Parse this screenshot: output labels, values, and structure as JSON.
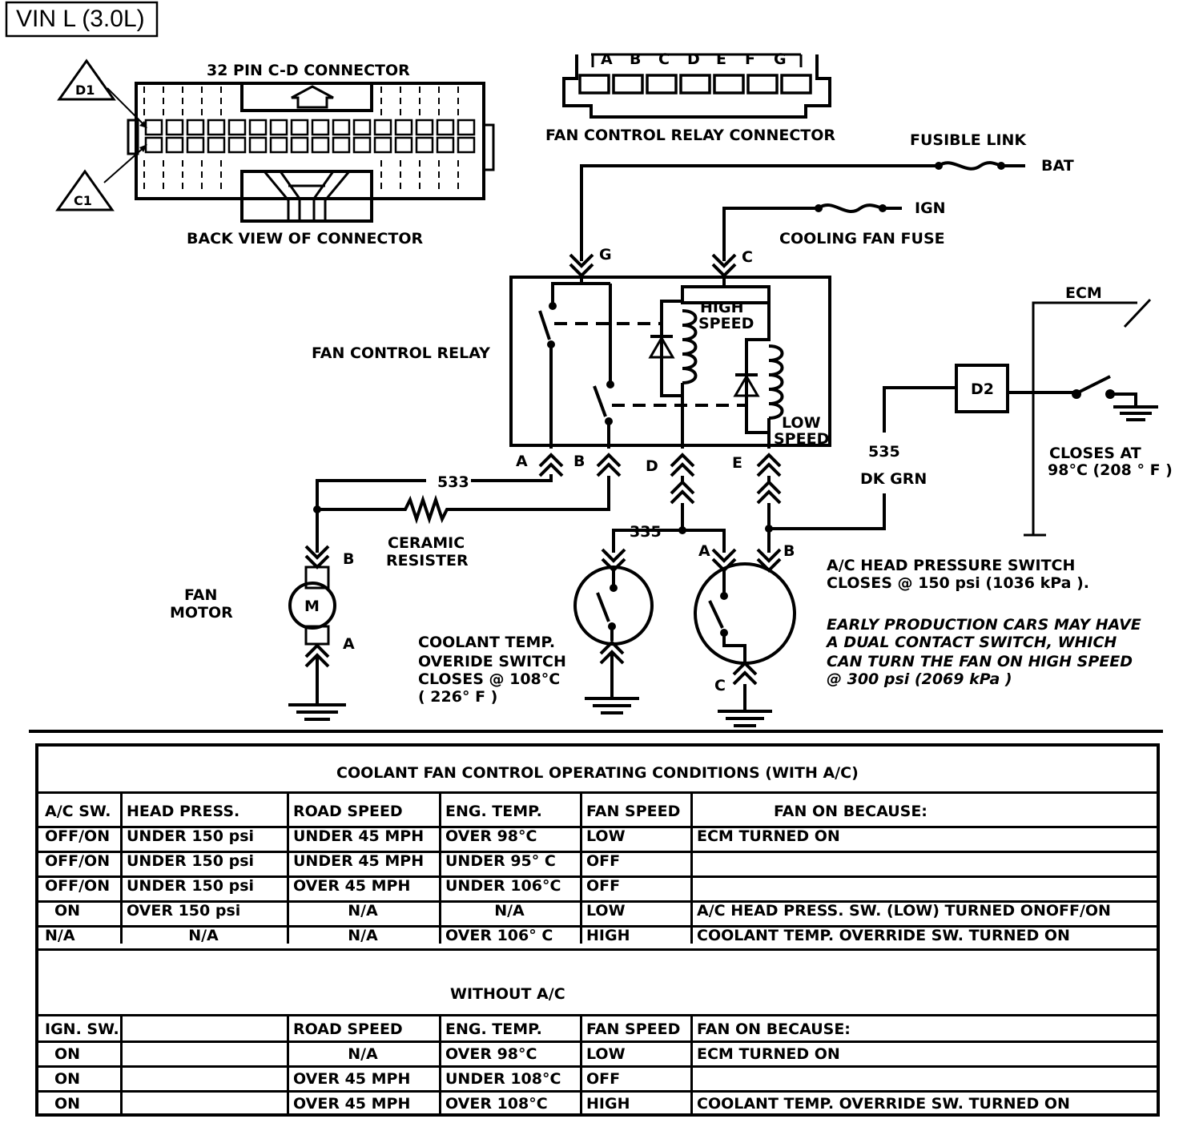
{
  "title": "VIN L (3.0L)",
  "connector_32pin": {
    "title": "32 PIN C-D  CONNECTOR",
    "caption": "BACK VIEW OF CONNECTOR",
    "pin_d1": "D1",
    "pin_c1": "C1"
  },
  "relay_connector": {
    "pins": [
      "A",
      "B",
      "C",
      "D",
      "E",
      "F",
      "G"
    ],
    "caption": "FAN CONTROL RELAY CONNECTOR"
  },
  "labels": {
    "fusible_link": "FUSIBLE LINK",
    "bat": "BAT",
    "ign": "IGN",
    "cooling_fan_fuse": "COOLING FAN FUSE",
    "fan_control_relay": "FAN CONTROL RELAY",
    "terminal_g": "G",
    "terminal_c": "C",
    "high_speed_1": "HIGH",
    "high_speed_2": "SPEED",
    "low_speed_1": "LOW",
    "low_speed_2": "SPEED",
    "ecm": "ECM",
    "d2": "D2",
    "wire_535": "535",
    "dk_grn": "DK GRN",
    "closes_at_1": "CLOSES AT",
    "closes_at_2": "98°C (208 ° F )",
    "term_a": "A",
    "term_b": "B",
    "term_d": "D",
    "term_e": "E",
    "wire_533": "533",
    "ceramic_1": "CERAMIC",
    "ceramic_2": "RESISTER",
    "motor_b": "B",
    "motor_a": "A",
    "fan_motor_1": "FAN",
    "fan_motor_2": "MOTOR",
    "motor_m": "M",
    "wire_335": "335",
    "sw_a": "A",
    "sw_b": "B",
    "sw_c": "C",
    "coolant_1": "COOLANT TEMP.",
    "coolant_2": "OVERIDE SWITCH",
    "coolant_3": "CLOSES @ 108°C",
    "coolant_4": "( 226° F )",
    "ac_switch_1": "A/C HEAD PRESSURE SWITCH",
    "ac_switch_2": "CLOSES @ 150 psi (1036 kPa ).",
    "early_1": "EARLY PRODUCTION CARS MAY HAVE",
    "early_2": "A  DUAL CONTACT SWITCH, WHICH",
    "early_3": "CAN TURN  THE FAN ON HIGH SPEED",
    "early_4": "@ 300 psi (2069 kPa )"
  },
  "table_with_ac": {
    "title": "COOLANT FAN CONTROL OPERATING CONDITIONS (WITH A/C)",
    "headers": [
      "A/C SW.",
      "HEAD PRESS.",
      "ROAD SPEED",
      "ENG. TEMP.",
      "FAN SPEED",
      "FAN ON BECAUSE:"
    ],
    "rows": [
      [
        "OFF/ON",
        "UNDER 150 psi",
        "UNDER 45 MPH",
        "OVER 98°C",
        "LOW",
        "ECM TURNED ON"
      ],
      [
        "OFF/ON",
        "UNDER 150 psi",
        "UNDER 45 MPH",
        "UNDER 95° C",
        "OFF",
        ""
      ],
      [
        "OFF/ON",
        "UNDER 150 psi",
        "OVER 45 MPH",
        "UNDER 106°C",
        "OFF",
        ""
      ],
      [
        "ON",
        "OVER  150 psi",
        "N/A",
        "N/A",
        "LOW",
        "A/C HEAD PRESS. SW. (LOW) TURNED ONOFF/ON"
      ],
      [
        "N/A",
        "N/A",
        "N/A",
        "OVER 106° C",
        "HIGH",
        "COOLANT TEMP. OVERRIDE SW. TURNED ON"
      ]
    ]
  },
  "table_without_ac": {
    "title": "WITHOUT A/C",
    "headers": [
      "IGN. SW.",
      "",
      "ROAD SPEED",
      "ENG. TEMP.",
      "FAN SPEED",
      "FAN ON BECAUSE:"
    ],
    "rows": [
      [
        "ON",
        "",
        "N/A",
        "OVER 98°C",
        "LOW",
        "ECM TURNED ON"
      ],
      [
        "ON",
        "",
        "OVER 45 MPH",
        "UNDER 108°C",
        "OFF",
        ""
      ],
      [
        "ON",
        "",
        "OVER 45 MPH",
        "OVER 108°C",
        "HIGH",
        "COOLANT TEMP. OVERRIDE SW. TURNED ON"
      ]
    ]
  }
}
